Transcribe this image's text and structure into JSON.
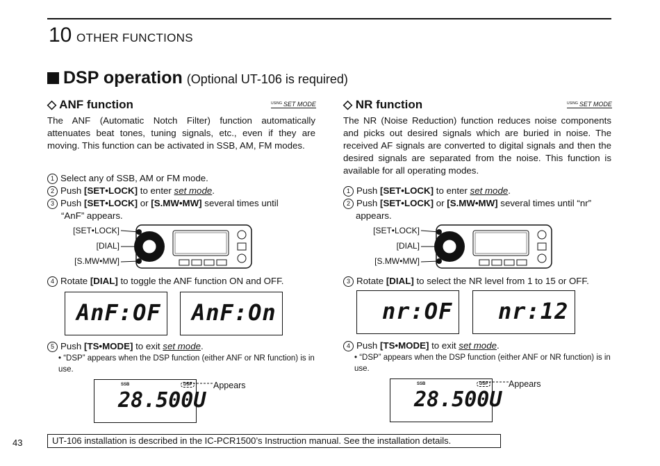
{
  "chapter": {
    "number": "10",
    "title": "OTHER FUNCTIONS"
  },
  "section": {
    "title": "DSP operation",
    "subtitle": "(Optional UT-106 is required)"
  },
  "badge": {
    "prefix": "USING",
    "label": "SET MODE"
  },
  "anf": {
    "heading": "ANF function",
    "intro": "The ANF (Automatic Notch Filter) function automatically attenuates beat tones, tuning signals, etc., even if they are moving. This function can be activated in SSB, AM, FM modes.",
    "step1": {
      "num": "1",
      "text": "Select any of SSB, AM or FM mode."
    },
    "step2": {
      "num": "2",
      "pre": "Push ",
      "key": "[SET•LOCK]",
      "mid": " to enter ",
      "em": "set mode",
      "post": "."
    },
    "step3": {
      "num": "3",
      "pre": "Push ",
      "key1": "[SET•LOCK]",
      "or": " or ",
      "key2": "[S.MW•MW]",
      "post": " several times until",
      "cont": "“AnF” appears."
    },
    "step4": {
      "num": "4",
      "pre": "Rotate ",
      "key": "[DIAL]",
      "post": " to toggle the ANF function ON and OFF."
    },
    "lcd1": "AnF:OF",
    "lcd2": "AnF:On",
    "step5": {
      "num": "5",
      "pre": "Push ",
      "key": "[TS•MODE]",
      "mid": " to exit ",
      "em": "set mode",
      "post": "."
    },
    "note": "• “DSP” appears when the DSP function (either ANF or NR function) is in use."
  },
  "nr": {
    "heading": "NR function",
    "intro": "The NR (Noise Reduction) function reduces noise components and picks out desired signals which are buried in noise. The received AF signals are converted to digital signals and then the desired signals are separated from the noise. This function is available for all operating modes.",
    "step1": {
      "num": "1",
      "pre": "Push ",
      "key": "[SET•LOCK]",
      "mid": " to enter ",
      "em": "set mode",
      "post": "."
    },
    "step2": {
      "num": "2",
      "pre": "Push ",
      "key1": "[SET•LOCK]",
      "or": " or ",
      "key2": "[S.MW•MW]",
      "post": " several times until “nr”",
      "cont": "appears."
    },
    "step3": {
      "num": "3",
      "pre": "Rotate ",
      "key": "[DIAL]",
      "post": " to select the NR level from 1 to 15 or OFF."
    },
    "lcd1": "nr:OF",
    "lcd2": "nr:12",
    "step4": {
      "num": "4",
      "pre": "Push ",
      "key": "[TS•MODE]",
      "mid": " to exit ",
      "em": "set mode",
      "post": "."
    },
    "note": "• “DSP” appears when the DSP function (either ANF or NR function) is in use."
  },
  "radio_labels": {
    "set_lock": "[SET•LOCK]",
    "dial": "[DIAL]",
    "smw": "[S.MW•MW]"
  },
  "freq_display": {
    "mode": "SSB",
    "dsp": "DSP",
    "freq": "28.500U",
    "callout": "Appears"
  },
  "footer": {
    "page": "43",
    "note": "UT-106 installation is described in the IC-PCR1500’s Instruction manual. See the installation details."
  }
}
